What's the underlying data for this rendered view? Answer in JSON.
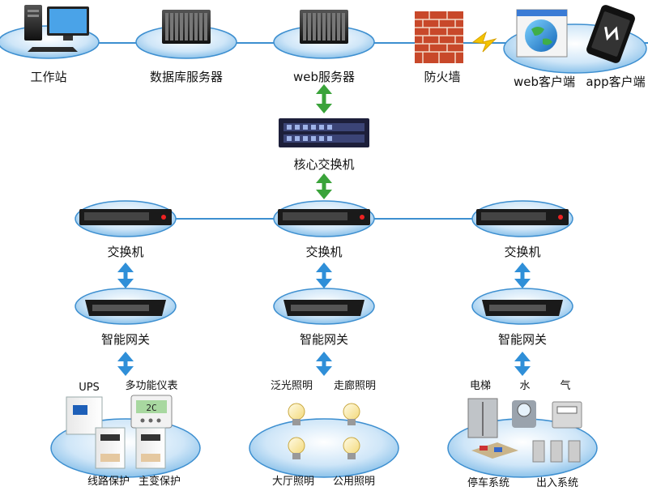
{
  "top": {
    "workstation": "工作站",
    "db_server": "数据库服务器",
    "web_server": "web服务器",
    "firewall": "防火墙",
    "web_client": "web客户端",
    "app_client": "app客户端"
  },
  "core_switch": "核心交换机",
  "switches": [
    "交换机",
    "交换机",
    "交换机"
  ],
  "gateways": [
    "智能网关",
    "智能网关",
    "智能网关"
  ],
  "branch_left": {
    "ups": "UPS",
    "multi_meter": "多功能仪表",
    "line_protect": "线路保护",
    "main_protect": "主变保护",
    "meter_display": "2C"
  },
  "branch_mid": {
    "flood": "泛光照明",
    "corridor": "走廊照明",
    "hall": "大厅照明",
    "public": "公用照明"
  },
  "branch_right": {
    "elevator": "电梯",
    "water": "水",
    "gas": "气",
    "parking": "停车系统",
    "access": "出入系统"
  },
  "colors": {
    "arrow": "#3aa33a",
    "arrow_blue": "#2f8fd8",
    "disc_edge": "#3d8fd0"
  }
}
